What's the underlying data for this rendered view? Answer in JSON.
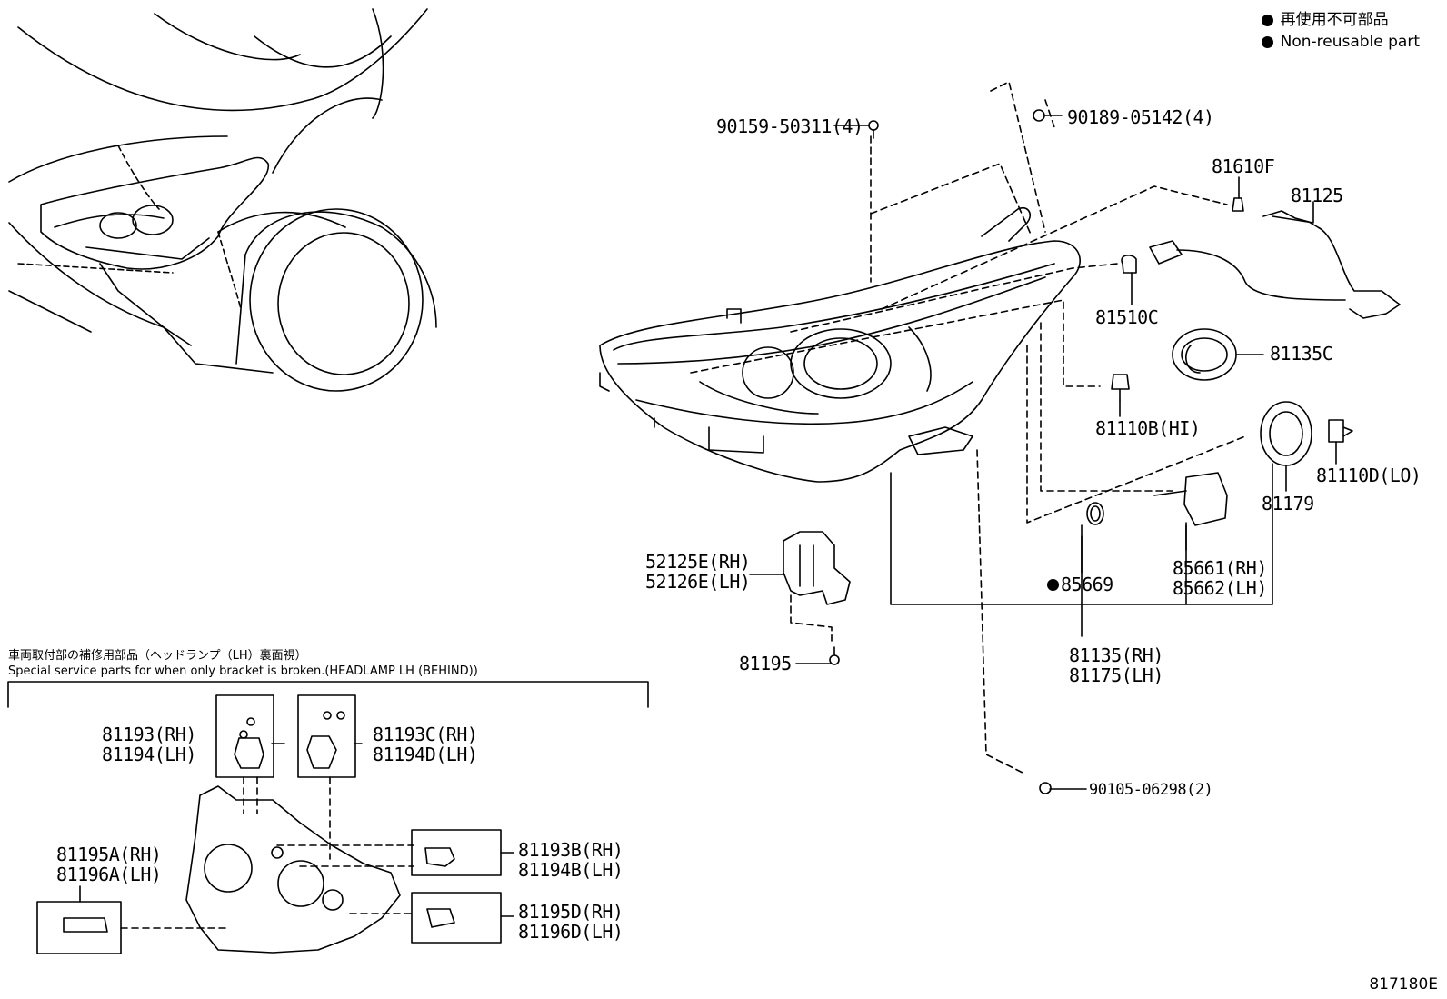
{
  "legend": {
    "jp": "再使用不可部品",
    "en": "Non-reusable part"
  },
  "figure_number": "817180E",
  "note": {
    "jp": "車両取付部の補修用部品（ヘッドランプ（LH）裏面視）",
    "en": "Special service parts for when only bracket is broken.(HEADLAMP LH (BEHIND))"
  },
  "parts": {
    "p90159": "90159-50311(4)",
    "p90189": "90189-05142(4)",
    "p81610F": "81610F",
    "p81125": "81125",
    "p81510C": "81510C",
    "p81135C": "81135C",
    "p81110B": "81110B(HI)",
    "p81110D": "81110D(LO)",
    "p81179": "81179",
    "p52125E": "52125E(RH)",
    "p52126E": "52126E(LH)",
    "p85669": "85669",
    "p85661": "85661(RH)",
    "p85662": "85662(LH)",
    "p81195": "81195",
    "p81135": "81135(RH)",
    "p81175": "81175(LH)",
    "p90105": "90105-06298(2)",
    "p81193": "81193(RH)",
    "p81194": "81194(LH)",
    "p81193C": "81193C(RH)",
    "p81194D": "81194D(LH)",
    "p81193B": "81193B(RH)",
    "p81194B": "81194B(LH)",
    "p81195A": "81195A(RH)",
    "p81196A": "81196A(LH)",
    "p81195D": "81195D(RH)",
    "p81196D": "81196D(LH)"
  }
}
